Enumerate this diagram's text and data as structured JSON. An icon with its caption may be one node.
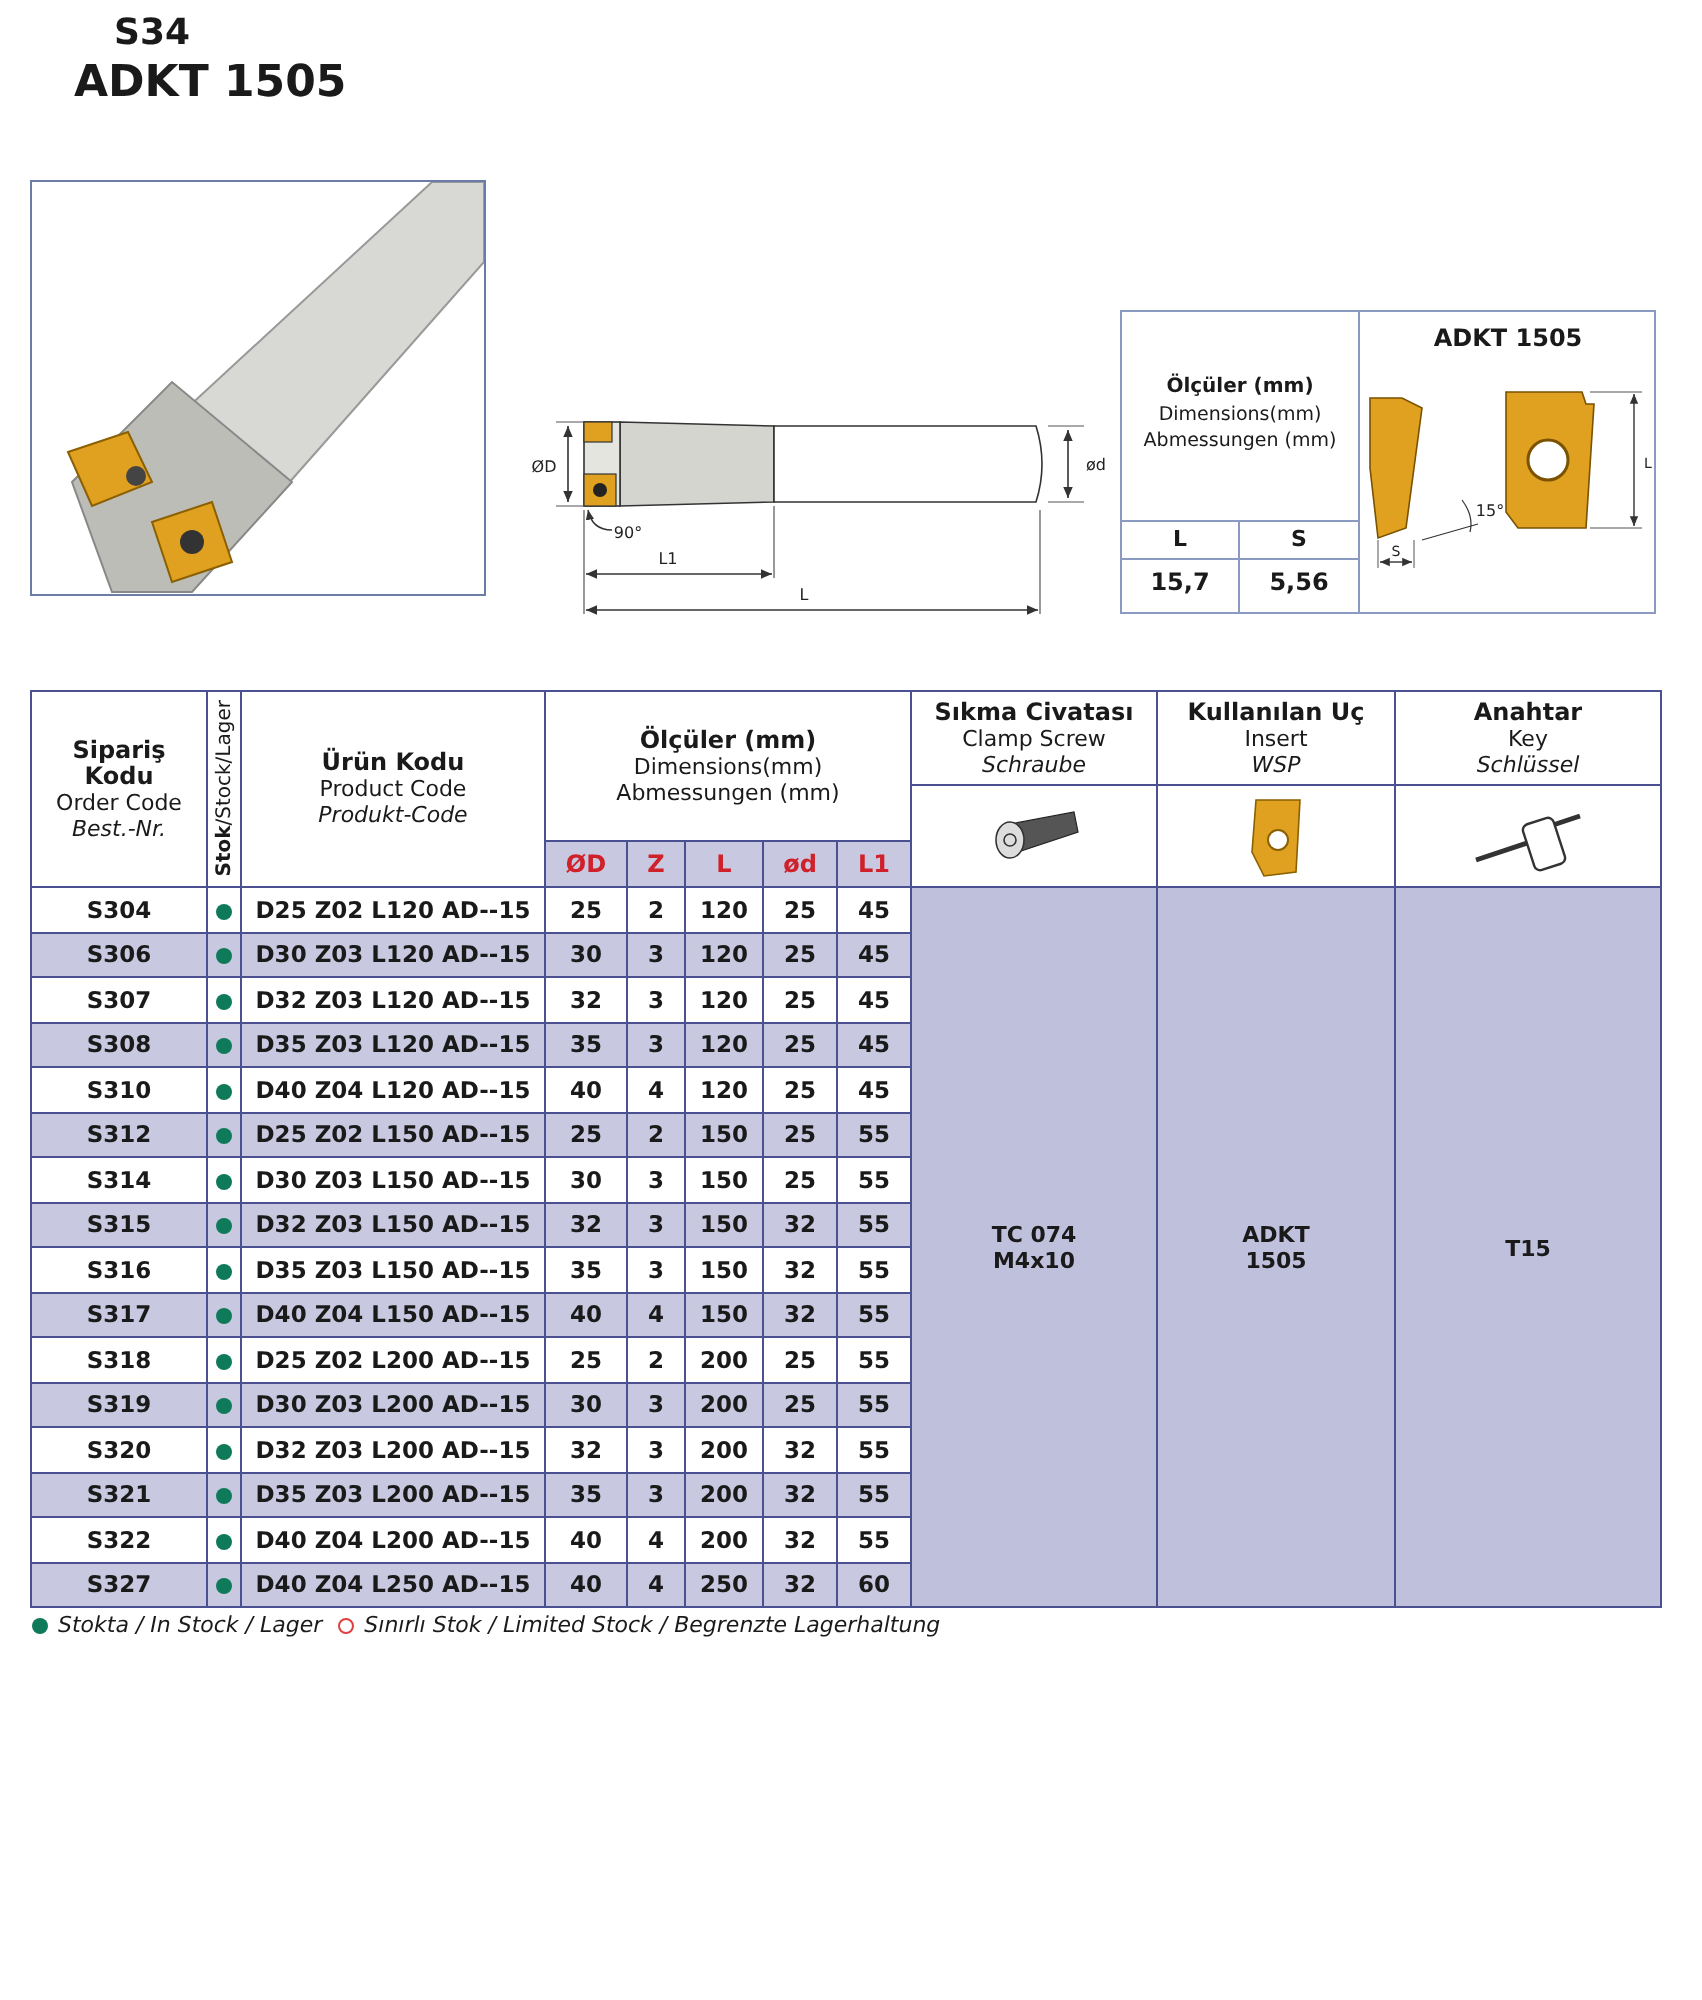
{
  "diagram": {
    "title": "S34",
    "labels": [
      "ADKT 1505",
      "ØD",
      "90°",
      "L1",
      "L",
      "ød",
      "Ölçüler (mm)",
      "Dimensions(mm)",
      "Abmessungen (mm)",
      "ADKT 1505",
      "L",
      "S",
      "15,7",
      "5,56",
      "15°",
      "S",
      "L",
      "Sipariş Kodu",
      "Order Code",
      "Best.-Nr.",
      "**Stok**/Stock/Lager",
      "Ürün Kodu",
      "Product Code",
      "Produkt-Code",
      "Ölçüler (mm)",
      "Dimensions(mm)",
      "Abmessungen (mm)",
      "Sıkma Civatası",
      "Clamp Screw",
      "Schraube",
      "Kullanılan Uç",
      "Insert",
      "WSP",
      "Anahtar",
      "Key",
      "Schlüssel",
      "ØD",
      "Z",
      "L",
      "ød",
      "L1",
      "S304",
      "D25 Z02 L120 AD--15",
      "25",
      "2",
      "120",
      "25",
      "45",
      "TC 074 M4x10",
      "ADKT 1505",
      "T15",
      "S306",
      "D30 Z03 L120 AD--15",
      "30",
      "3",
      "120",
      "25",
      "45",
      "S307",
      "D32 Z03 L120 AD--15",
      "32",
      "3",
      "120",
      "25",
      "45",
      "S308",
      "D35 Z03 L120 AD--15",
      "35",
      "3",
      "120",
      "25",
      "45",
      "S310",
      "D40 Z04 L120 AD--15",
      "40",
      "4",
      "120",
      "25",
      "45",
      "S312",
      "D25 Z02 L150 AD--15",
      "25",
      "2",
      "150",
      "25",
      "55",
      "S314",
      "D30 Z03 L150 AD--15",
      "30",
      "3",
      "150",
      "25",
      "55",
      "S315",
      "D32 Z03 L150 AD--15",
      "32",
      "3",
      "150",
      "32",
      "55",
      "S316",
      "D35 Z03 L150 AD--15",
      "35",
      "3",
      "150",
      "32",
      "55",
      "S317",
      "D40 Z04 L150 AD--15",
      "40",
      "4",
      "150",
      "32",
      "55",
      "S318",
      "D25 Z02 L200 AD--15",
      "25",
      "2",
      "200",
      "25",
      "55",
      "S319",
      "D30 Z03 L200 AD--15",
      "30",
      "3",
      "200",
      "25",
      "55",
      "S320",
      "D32 Z03 L200 AD--15",
      "32",
      "3",
      "200",
      "32",
      "55",
      "S321",
      "D35 Z03 L200 AD--15",
      "35",
      "3",
      "200",
      "32",
      "55",
      "S322",
      "D40 Z04 L200 AD--15",
      "40",
      "4",
      "200",
      "32",
      "55",
      "S327",
      "D40 Z04 L250 AD--15",
      "40",
      "4",
      "250",
      "32",
      "60"
    ],
    "legend": [
      {
        "text": "Stokta / In Stock / Lager",
        "color": "#0f7a5a"
      },
      {
        "text": "Sınırlı Stok / Limited Stock / Begrenzte Lagerhaltung"
      }
    ]
  }
}
